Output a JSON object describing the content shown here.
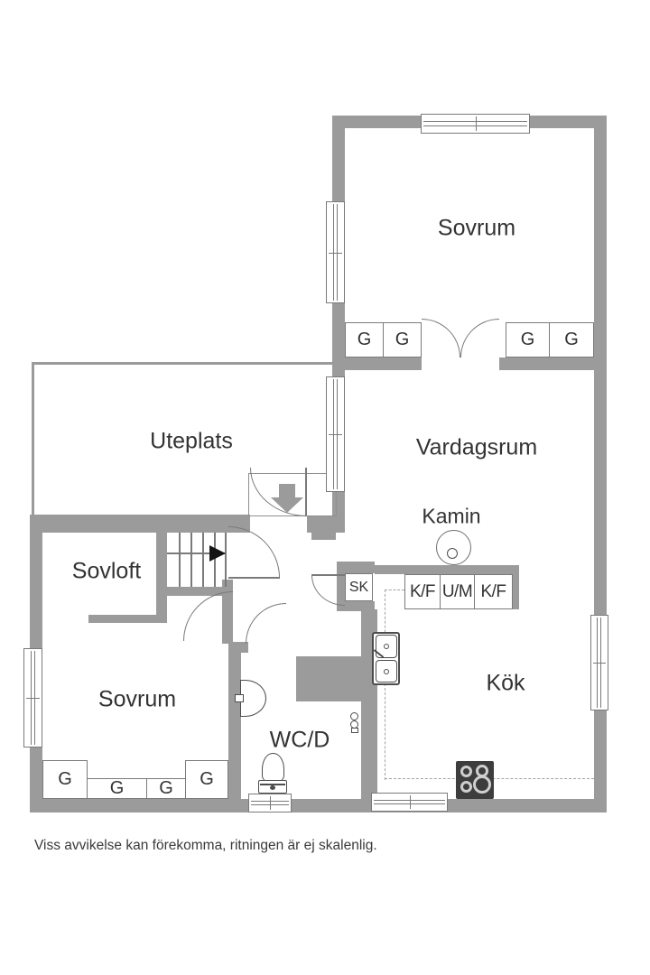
{
  "colors": {
    "wall": "#9b9b9b",
    "outline": "#7a7a7a",
    "fixture": "#4d4d4d",
    "text": "#333333"
  },
  "rooms": {
    "sovrum_top": {
      "label": "Sovrum"
    },
    "vardagsrum": {
      "label": "Vardagsrum"
    },
    "uteplats": {
      "label": "Uteplats"
    },
    "sovloft": {
      "label": "Sovloft"
    },
    "sovrum_bottom": {
      "label": "Sovrum"
    },
    "kok": {
      "label": "Kök"
    },
    "wcd": {
      "label": "WC/D"
    }
  },
  "fixtures": {
    "fireplace_label": "Kamin",
    "closet_label": "SK"
  },
  "appliances": [
    "K/F",
    "U/M",
    "K/F"
  ],
  "wardrobes": {
    "sovrum_top_left": [
      "G",
      "G"
    ],
    "sovrum_top_right": [
      "G",
      "G"
    ],
    "sovrum_bottom": [
      "G",
      "G",
      "G",
      "G"
    ]
  },
  "footer": {
    "disclaimer": "Viss avvikelse kan förekomma, ritningen är ej skalenlig."
  }
}
